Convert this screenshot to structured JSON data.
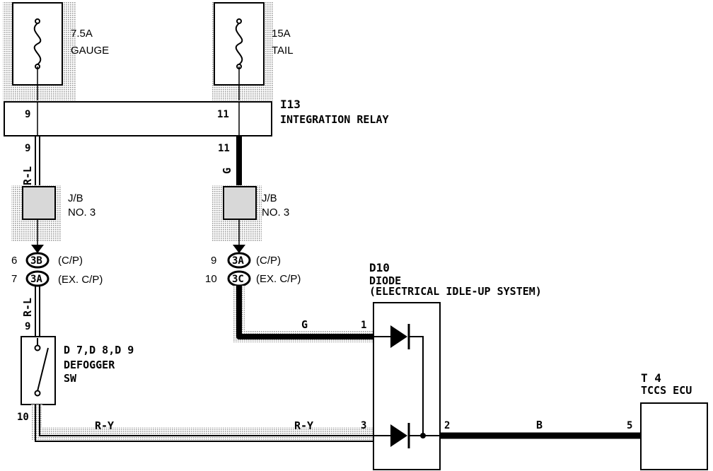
{
  "fuses": [
    {
      "amp": "7.5A",
      "name": "GAUGE"
    },
    {
      "amp": "15A",
      "name": "TAIL"
    }
  ],
  "relay": {
    "id": "I13",
    "name": "INTEGRATION RELAY",
    "pin_left": "9",
    "pin_right": "11"
  },
  "wires": {
    "left_top_color": "R-L",
    "left_top_pin": "9",
    "right_top_color": "G",
    "right_top_pin": "11",
    "left_bottom_color": "R-L",
    "left_bottom_pin": "9",
    "g_to_diode": "G",
    "ry_left": "R-Y",
    "ry_right": "R-Y",
    "b_to_ecu": "B"
  },
  "junction_blocks": [
    {
      "label_line1": "J/B",
      "label_line2": "NO. 3"
    },
    {
      "label_line1": "J/B",
      "label_line2": "NO. 3"
    }
  ],
  "connectors": {
    "left": [
      {
        "pin": "6",
        "code": "3B",
        "note": "(C/P)"
      },
      {
        "pin": "7",
        "code": "3A",
        "note": "(EX. C/P)"
      }
    ],
    "right": [
      {
        "pin": "9",
        "code": "3A",
        "note": "(C/P)"
      },
      {
        "pin": "10",
        "code": "3C",
        "note": "(EX. C/P)"
      }
    ]
  },
  "switch": {
    "id": "D 7,D 8,D 9",
    "name_line1": "DEFOGGER",
    "name_line2": "SW",
    "pin_bottom": "10"
  },
  "diode": {
    "id": "D10",
    "name": "DIODE",
    "subtitle": "(ELECTRICAL IDLE-UP SYSTEM)",
    "pin1": "1",
    "pin2": "2",
    "pin3": "3"
  },
  "ecu": {
    "id": "T 4",
    "name": "TCCS ECU",
    "pin": "5"
  },
  "colors": {
    "line": "#000000",
    "shade": "#cfcfcf"
  }
}
